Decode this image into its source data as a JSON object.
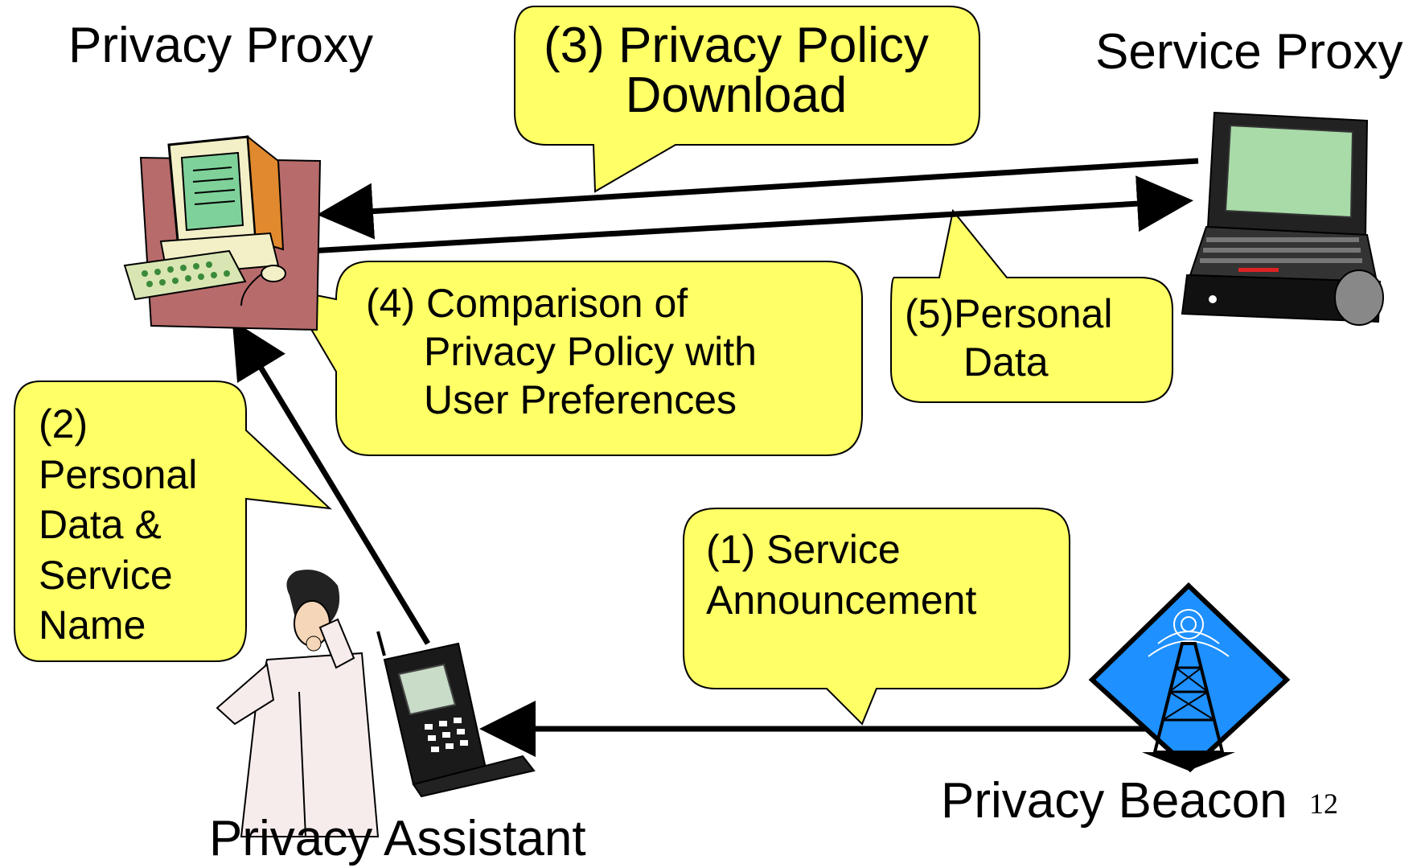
{
  "nodes": {
    "privacy_proxy": "Privacy Proxy",
    "service_proxy": "Service Proxy",
    "privacy_assistant": "Privacy Assistant",
    "privacy_beacon": "Privacy Beacon"
  },
  "callouts": {
    "step1": [
      "(1) Service",
      "Announcement"
    ],
    "step2": [
      "(2)",
      "Personal",
      "Data &",
      "Service",
      "Name"
    ],
    "step3": [
      "(3) Privacy Policy",
      "Download"
    ],
    "step4": [
      "(4) Comparison of",
      "Privacy Policy with",
      "User Preferences"
    ],
    "step5": [
      "(5)Personal",
      "Data"
    ]
  },
  "page_number": "12",
  "colors": {
    "callout_fill": "#ffff66",
    "arrow": "#000000",
    "beacon_bg": "#1e90ff"
  }
}
